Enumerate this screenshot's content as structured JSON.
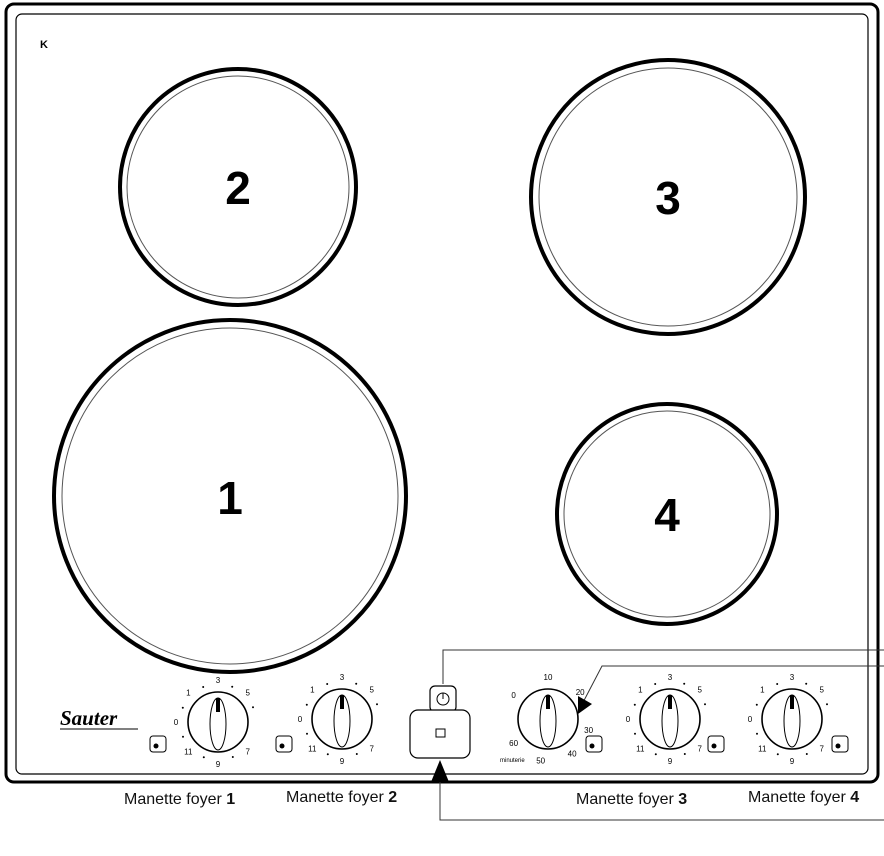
{
  "corner_mark": "K",
  "brand": "Sauter",
  "zones": [
    {
      "id": "1",
      "label": "1"
    },
    {
      "id": "2",
      "label": "2"
    },
    {
      "id": "3",
      "label": "3"
    },
    {
      "id": "4",
      "label": "4"
    }
  ],
  "power_knob_scale": [
    "0",
    "1",
    "3",
    "5",
    "7",
    "9",
    "11"
  ],
  "timer_knob_scale": [
    "0",
    "10",
    "20",
    "30",
    "40",
    "50",
    "60"
  ],
  "timer_label": "minuterie",
  "captions": [
    {
      "text": "Manette foyer ",
      "number": "1"
    },
    {
      "text": "Manette foyer ",
      "number": "2"
    },
    {
      "text": "Manette foyer ",
      "number": "3"
    },
    {
      "text": "Manette foyer ",
      "number": "4"
    }
  ]
}
